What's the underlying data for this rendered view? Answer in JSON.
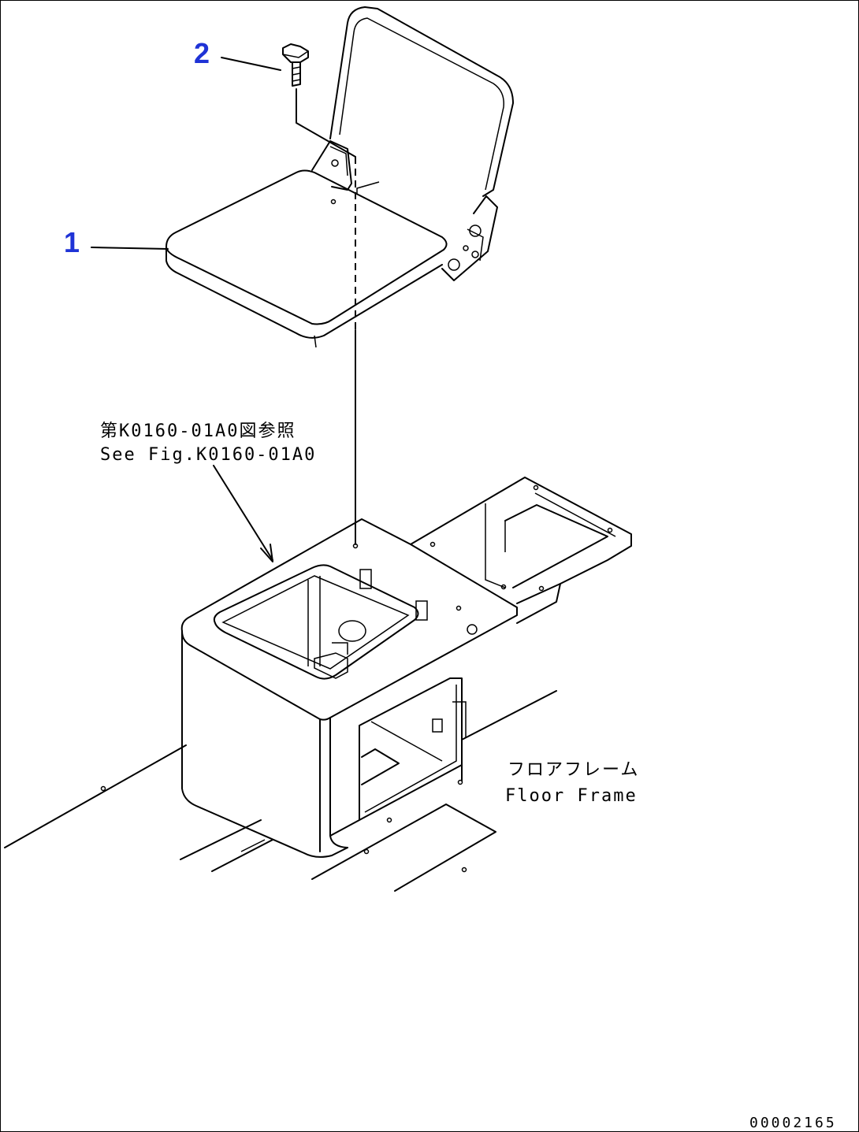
{
  "callouts": [
    {
      "number": "1"
    },
    {
      "number": "2"
    }
  ],
  "reference_note": {
    "line_jp": "第K0160-01A0図参照",
    "line_en": "See Fig.K0160-01A0"
  },
  "floor_frame_label": {
    "line_jp": "フロアフレーム",
    "line_en": "Floor Frame"
  },
  "document_number": "00002165",
  "colors": {
    "callout": "#1f33d6",
    "line": "#000000",
    "background": "#ffffff"
  }
}
